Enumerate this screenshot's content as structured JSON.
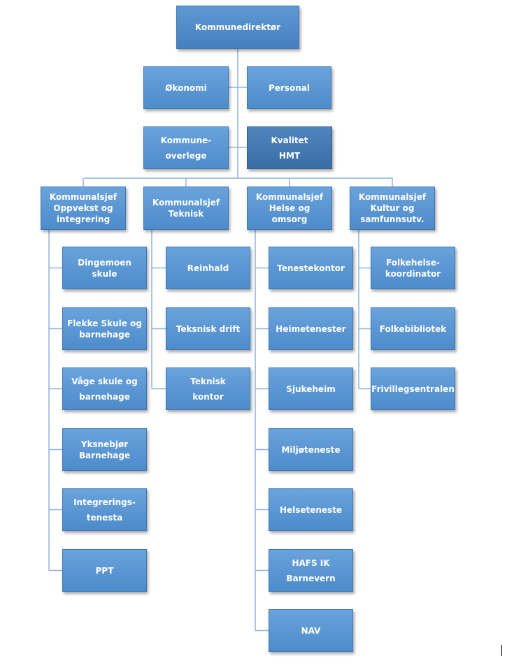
{
  "title": "Kommunedirektør",
  "staff": {
    "okonomi": "Økonomi",
    "personal": "Personal",
    "kommuneoverlege": [
      "Kommune-",
      "overlege"
    ],
    "kvalitet": [
      "Kvalitet",
      "HMT"
    ]
  },
  "divisions": [
    {
      "name": [
        "Kommunalsjef",
        "Oppvekst og",
        "integrering"
      ],
      "units": [
        [
          "Dingemoen skule"
        ],
        [
          "Flekke Skule og",
          "barnehage"
        ],
        [
          "Våge skule og",
          "barnehage"
        ],
        [
          "Yksnebjør",
          "Barnehage"
        ],
        [
          "Integrerings-",
          "tenesta"
        ],
        [
          "PPT"
        ]
      ]
    },
    {
      "name": [
        "Kommunalsjef",
        "Teknisk"
      ],
      "units": [
        [
          "Reinhald"
        ],
        [
          "Teksnisk drift"
        ],
        [
          "Teknisk",
          "kontor"
        ]
      ]
    },
    {
      "name": [
        "Kommunalsjef",
        "Helse og omsorg"
      ],
      "units": [
        [
          "Tenestekontor"
        ],
        [
          "Heimetenester"
        ],
        [
          "Sjukeheim"
        ],
        [
          "Miljøteneste"
        ],
        [
          "Helseteneste"
        ],
        [
          "HAFS IK",
          "Barnevern"
        ],
        [
          "NAV"
        ]
      ]
    },
    {
      "name": [
        "Kommunalsjef",
        "Kultur og",
        "samfunnsutv."
      ],
      "units": [
        [
          "Folkehelse-",
          "koordinator"
        ],
        [
          "Folkebibliotek"
        ],
        [
          "Frivillegsentralen"
        ]
      ]
    }
  ],
  "colors": {
    "box_fill": "#5b96d4",
    "box_fill_dark": "#3f73aa",
    "connector": "#8fb3dc",
    "text": "#ffffff"
  }
}
